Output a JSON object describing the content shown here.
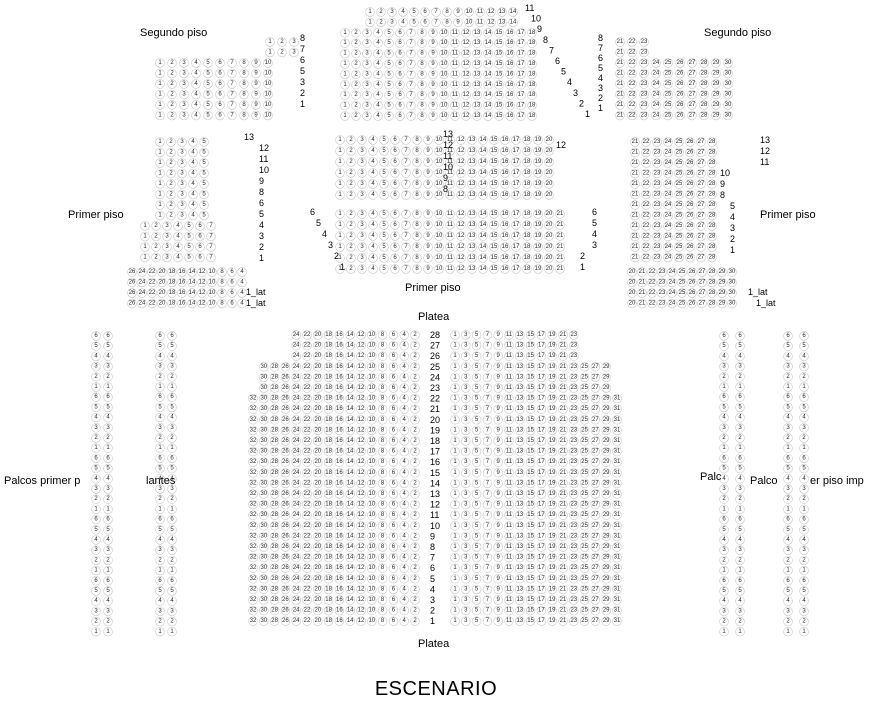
{
  "colors": {
    "seat_stroke": "#c8c8c8",
    "seat_fill": "#ffffff",
    "text": "#000000"
  },
  "stage": {
    "label": "ESCENARIO"
  },
  "labels": {
    "segundo_piso_left": "Segundo piso",
    "segundo_piso_right": "Segundo piso",
    "primer_piso_left": "Primer piso",
    "primer_piso_right": "Primer piso",
    "primer_piso_center": "Primer piso",
    "platea_top": "Platea",
    "platea_bottom": "Platea",
    "palcos_left_a": "Palcos primer p",
    "palcos_left_b": "Palcos primer p",
    "palcos_left_c": "lantes",
    "palcos_right_a": "Palc",
    "palcos_right_b": "Palco",
    "palcos_right_c": "er piso imp"
  },
  "rows": {
    "platea": [
      "28",
      "27",
      "26",
      "25",
      "24",
      "23",
      "22",
      "21",
      "20",
      "19",
      "18",
      "17",
      "16",
      "15",
      "14",
      "13",
      "12",
      "11",
      "10",
      "9",
      "8",
      "7",
      "6",
      "5",
      "4",
      "3",
      "2",
      "1"
    ],
    "segundo_center": [
      "11",
      "10",
      "9",
      "8",
      "7",
      "6",
      "5",
      "4",
      "3",
      "2",
      "1"
    ],
    "segundo_center_right": [
      "8",
      "7",
      "6",
      "5",
      "4",
      "3",
      "2",
      "1"
    ],
    "segundo_left": [
      "8",
      "7",
      "6",
      "5",
      "3",
      "2",
      "1"
    ],
    "primer_left": [
      "13",
      "12",
      "11",
      "10",
      "9",
      "8",
      "6",
      "5",
      "4",
      "3",
      "2",
      "1"
    ],
    "primer_center_top": [
      "13",
      "12",
      "11",
      "10",
      "9",
      "8"
    ],
    "primer_center_top_right": [
      "12"
    ],
    "primer_center_bottom_left": [
      "6",
      "5",
      "4",
      "3",
      "2",
      "1"
    ],
    "primer_center_bottom_right": [
      "6",
      "5",
      "4",
      "3",
      "2",
      "1"
    ],
    "primer_right": [
      "13",
      "12",
      "11",
      "10",
      "9",
      "8",
      "5",
      "4",
      "3",
      "2",
      "1"
    ],
    "lat_left": [
      "1_lat",
      "1_lat"
    ],
    "lat_right": [
      "1_lat",
      "1_lat"
    ]
  }
}
